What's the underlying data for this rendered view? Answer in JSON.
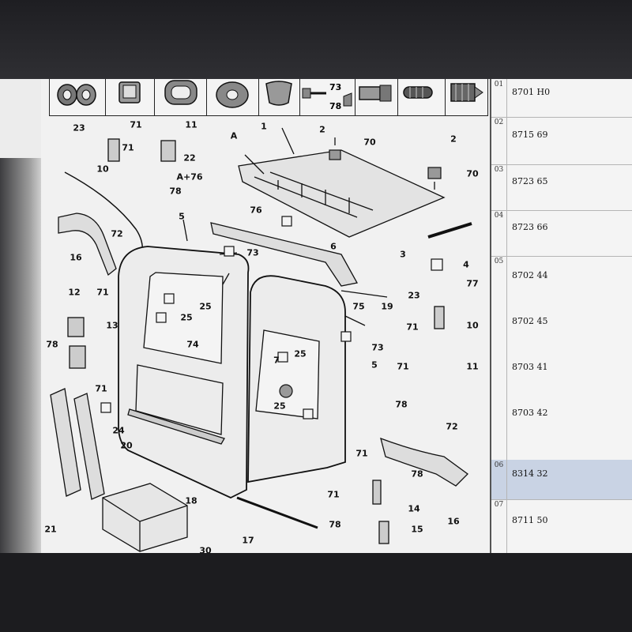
{
  "toolbar": {
    "labels": [
      "73",
      "78"
    ]
  },
  "diagram": {
    "callouts": [
      {
        "id": "c23a",
        "text": "23"
      },
      {
        "id": "c71a",
        "text": "71"
      },
      {
        "id": "c11a",
        "text": "11"
      },
      {
        "id": "c71b",
        "text": "71"
      },
      {
        "id": "c10a",
        "text": "10"
      },
      {
        "id": "c78a",
        "text": "78"
      },
      {
        "id": "c22",
        "text": "22"
      },
      {
        "id": "cA76",
        "text": "A+76"
      },
      {
        "id": "c1",
        "text": "1"
      },
      {
        "id": "cA",
        "text": "A"
      },
      {
        "id": "c2a",
        "text": "2"
      },
      {
        "id": "c70a",
        "text": "70"
      },
      {
        "id": "c2b",
        "text": "2"
      },
      {
        "id": "c70b",
        "text": "70"
      },
      {
        "id": "c76",
        "text": "76"
      },
      {
        "id": "c5a",
        "text": "5"
      },
      {
        "id": "c72a",
        "text": "72"
      },
      {
        "id": "c16a",
        "text": "16"
      },
      {
        "id": "c73a",
        "text": "73"
      },
      {
        "id": "c6",
        "text": "6"
      },
      {
        "id": "c3",
        "text": "3"
      },
      {
        "id": "c4",
        "text": "4"
      },
      {
        "id": "c77",
        "text": "77"
      },
      {
        "id": "c12",
        "text": "12"
      },
      {
        "id": "c71c",
        "text": "71"
      },
      {
        "id": "c13",
        "text": "13"
      },
      {
        "id": "c78b",
        "text": "78"
      },
      {
        "id": "c25a",
        "text": "25"
      },
      {
        "id": "c25b",
        "text": "25"
      },
      {
        "id": "c75",
        "text": "75"
      },
      {
        "id": "c19",
        "text": "19"
      },
      {
        "id": "c23b",
        "text": "23"
      },
      {
        "id": "c71d",
        "text": "71"
      },
      {
        "id": "c10b",
        "text": "10"
      },
      {
        "id": "c73b",
        "text": "73"
      },
      {
        "id": "c74",
        "text": "74"
      },
      {
        "id": "c7",
        "text": "7"
      },
      {
        "id": "c25c",
        "text": "25"
      },
      {
        "id": "c5b",
        "text": "5"
      },
      {
        "id": "c71e",
        "text": "71"
      },
      {
        "id": "c11b",
        "text": "11"
      },
      {
        "id": "c71f",
        "text": "71"
      },
      {
        "id": "c25d",
        "text": "25"
      },
      {
        "id": "c78c",
        "text": "78"
      },
      {
        "id": "c72b",
        "text": "72"
      },
      {
        "id": "c24",
        "text": "24"
      },
      {
        "id": "c20",
        "text": "20"
      },
      {
        "id": "c71g",
        "text": "71"
      },
      {
        "id": "c78d",
        "text": "78"
      },
      {
        "id": "c14",
        "text": "14"
      },
      {
        "id": "c16b",
        "text": "16"
      },
      {
        "id": "c18",
        "text": "18"
      },
      {
        "id": "c71h",
        "text": "71"
      },
      {
        "id": "c78e",
        "text": "78"
      },
      {
        "id": "c15",
        "text": "15"
      },
      {
        "id": "c21",
        "text": "21"
      },
      {
        "id": "c17",
        "text": "17"
      },
      {
        "id": "c30",
        "text": "30"
      }
    ]
  },
  "parts_list": {
    "rows": [
      {
        "index": "01",
        "codes": [
          "8701 H0"
        ],
        "selected": false
      },
      {
        "index": "02",
        "codes": [
          "8715 69"
        ],
        "selected": false
      },
      {
        "index": "03",
        "codes": [
          "8723 65"
        ],
        "selected": false
      },
      {
        "index": "04",
        "codes": [
          "8723 66"
        ],
        "selected": false
      },
      {
        "index": "05",
        "codes": [
          "8702 44",
          "8702 45",
          "8703 41",
          "8703 42"
        ],
        "selected": false
      },
      {
        "index": "06",
        "codes": [
          "8314 32"
        ],
        "selected": true
      },
      {
        "index": "07",
        "codes": [
          "8711 50"
        ],
        "selected": false
      }
    ],
    "colors": {
      "selected_bg": "#c9d3e4",
      "border": "#b5b5b5"
    }
  }
}
